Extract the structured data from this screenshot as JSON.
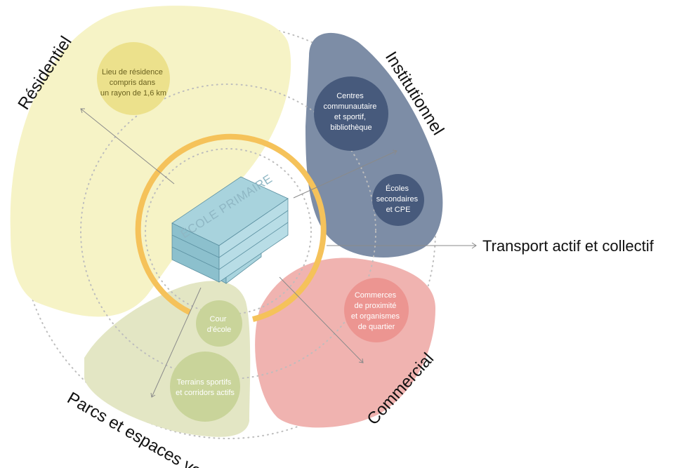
{
  "zones": {
    "residential": {
      "title": "Résidentiel",
      "bubble_lines": [
        "Lieu de résidence",
        "compris dans",
        "un rayon de 1,6 km"
      ],
      "fill": "#f6f3c6",
      "bubble_fill": "#ece18c"
    },
    "institutional": {
      "title": "Institutionnel",
      "bubble1_lines": [
        "Centres",
        "communautaire",
        "et sportif,",
        "bibliothèque"
      ],
      "bubble2_lines": [
        "Écoles",
        "secondaires",
        "et CPE"
      ],
      "fill": "#7d8da6",
      "bubble_fill": "#475a7c"
    },
    "commercial": {
      "title": "Commercial",
      "bubble_lines": [
        "Commerces",
        "de proximité",
        "et organismes",
        "de quartier"
      ],
      "fill": "#f0b3b0",
      "bubble_fill": "#ec9591"
    },
    "parks": {
      "title": "Parcs et espaces verts",
      "bubble1_lines": [
        "Cour",
        "d'école"
      ],
      "bubble2_lines": [
        "Terrains sportifs",
        "et corridors actifs"
      ],
      "fill": "#e3e6c4",
      "bubble_fill": "#c9d49a"
    }
  },
  "center": {
    "school_label": "ÉCOLE PRIMAIRE",
    "ring_color": "#f5c25a"
  },
  "transport": {
    "label": "Transport actif et collectif"
  }
}
